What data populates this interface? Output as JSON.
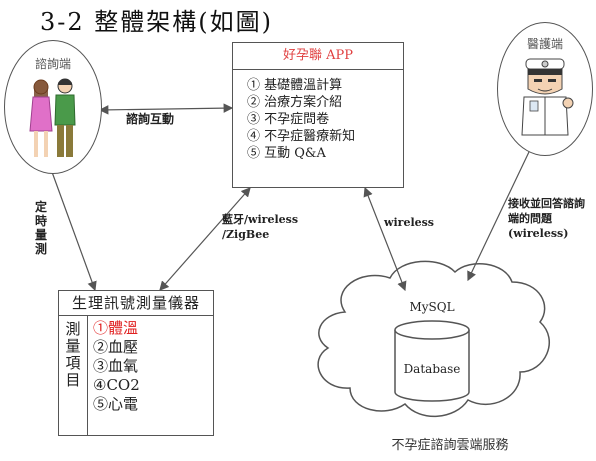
{
  "heading": "3-2 整體架構(如圖)",
  "consult_end": {
    "label": "諮詢端"
  },
  "medical_end": {
    "label": "醫護端"
  },
  "app": {
    "title": "好孕聯 APP",
    "items": [
      "① 基礎體溫計算",
      "② 治療方案介紹",
      "③ 不孕症問卷",
      "④ 不孕症醫療新知",
      "⑤ 互動 Q&A"
    ]
  },
  "edges": {
    "consult_interact": "諮詢互動",
    "timed_measure": "定時量測",
    "bluetooth": "藍牙/wireless /ZigBee",
    "wireless": "wireless",
    "receive_answer": "接收並回答諮詢端的問題 (wireless)"
  },
  "sensor": {
    "title": "生理訊號測量儀器",
    "side_label": "測量項目",
    "items": [
      {
        "text": "①體溫",
        "color": "#e02020"
      },
      {
        "text": "②血壓",
        "color": "#222222"
      },
      {
        "text": "③血氧",
        "color": "#222222"
      },
      {
        "text": "④CO2",
        "color": "#222222"
      },
      {
        "text": "⑤心電",
        "color": "#222222"
      }
    ]
  },
  "cloud": {
    "db_type": "MySQL",
    "db_label": "Database",
    "caption": "不孕症諮詢雲端服務"
  }
}
